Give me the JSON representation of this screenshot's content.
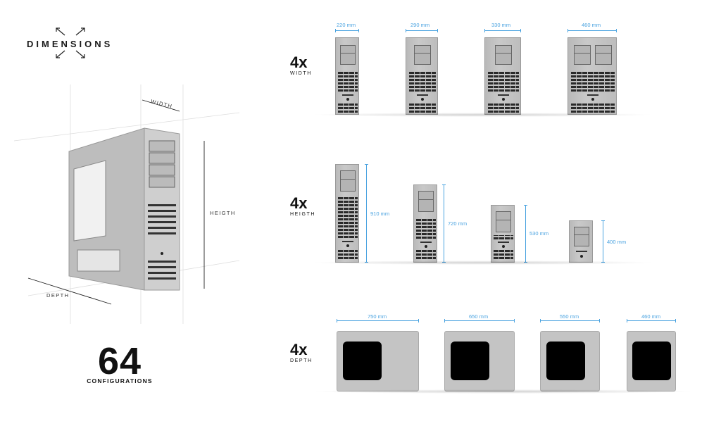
{
  "header": {
    "title": "DIMENSIONS",
    "icon": "expand-arrows-icon"
  },
  "summary": {
    "count": "64",
    "label": "CONFIGURATIONS"
  },
  "case_labels": {
    "width": "WIDTH",
    "height": "HEIGTH",
    "depth": "DEPTH"
  },
  "rows": [
    {
      "count": "4x",
      "label": "WIDTH",
      "sizes": [
        "220 mm",
        "290 mm",
        "330 mm",
        "460 mm"
      ]
    },
    {
      "count": "4x",
      "label": "HEIGTH",
      "sizes": [
        "910 mm",
        "720 mm",
        "530 mm",
        "400 mm"
      ]
    },
    {
      "count": "4x",
      "label": "DEPTH",
      "sizes": [
        "750 mm",
        "650 mm",
        "550 mm",
        "460 mm"
      ]
    }
  ],
  "colors": {
    "accent": "#4aa3e0",
    "case": "#c2c2c2",
    "window": "#000000"
  }
}
